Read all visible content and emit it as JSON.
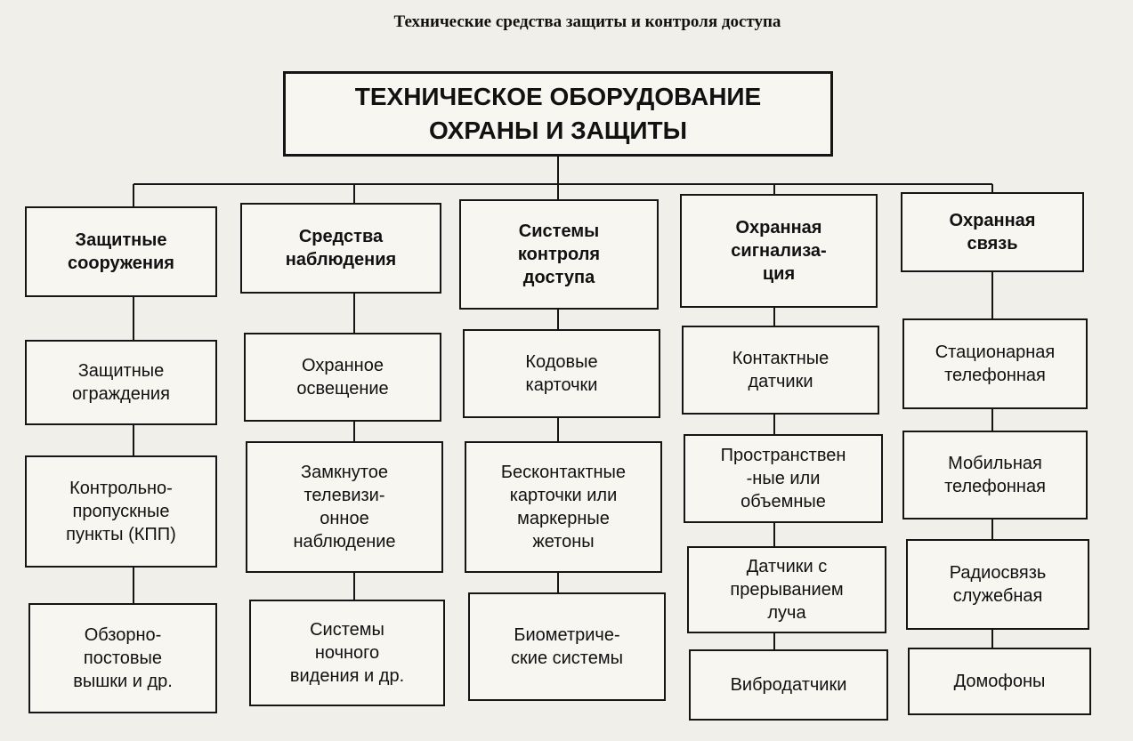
{
  "page_title": "Технические средства защиты и контроля доступа",
  "root": {
    "label": "ТЕХНИЧЕСКОЕ ОБОРУДОВАНИЕ\nОХРАНЫ И ЗАЩИТЫ"
  },
  "categories": [
    {
      "label": "Защитные\nсооружения",
      "items": [
        "Защитные\nограждения",
        "Контрольно-\nпропускные\nпункты (КПП)",
        "Обзорно-\nпостовые\nвышки и др."
      ]
    },
    {
      "label": "Средства\nнаблюдения",
      "items": [
        "Охранное\nосвещение",
        "Замкнутое\nтелевизи-\nонное\nнаблюдение",
        "Системы\nночного\nвидения и др."
      ]
    },
    {
      "label": "Системы\nконтроля\nдоступа",
      "items": [
        "Кодовые\nкарточки",
        "Бесконтактные\nкарточки или\nмаркерные\nжетоны",
        "Биометриче-\nские системы"
      ]
    },
    {
      "label": "Охранная\nсигнализа-\nция",
      "items": [
        "Контактные\nдатчики",
        "Пространствен\n-ные или\nобъемные",
        "Датчики с\nпрерыванием\nлуча",
        "Вибродатчики"
      ]
    },
    {
      "label": "Охранная\nсвязь",
      "items": [
        "Стационарная\nтелефонная",
        "Мобильная\nтелефонная",
        "Радиосвязь\nслужебная",
        "Домофоны"
      ]
    }
  ]
}
